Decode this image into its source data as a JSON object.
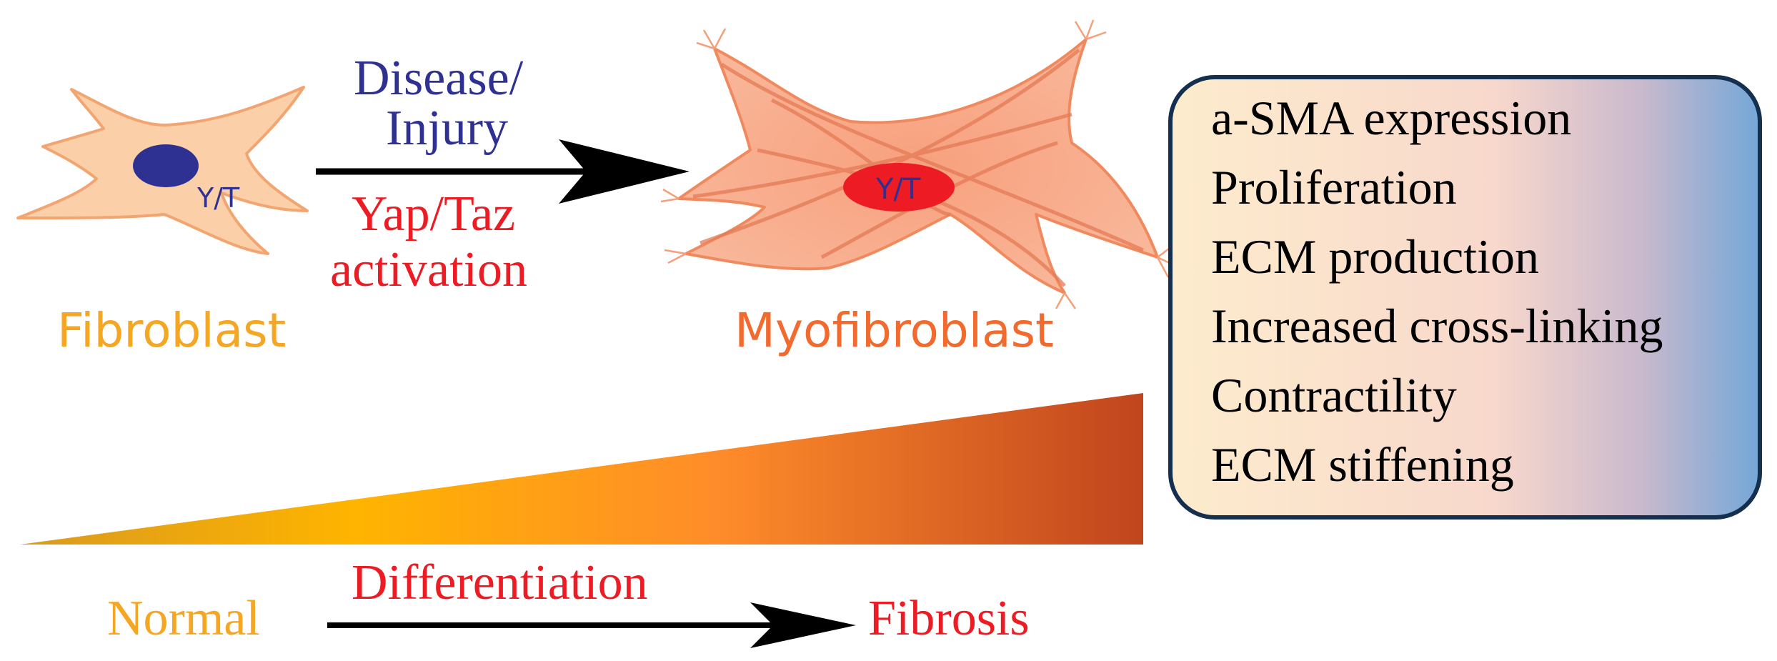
{
  "arrow_top": {
    "above_line1": "Disease/",
    "above_line2": "Injury",
    "below_line1": "Yap/Taz",
    "below_line2": "activation"
  },
  "cells": {
    "fibroblast_label": "Fibroblast",
    "fibroblast_nucleus_label": "Y/T",
    "myofibroblast_label": "Myofibroblast",
    "myofibroblast_nucleus_label": "Y/T"
  },
  "features": {
    "items": [
      "a-SMA expression",
      "Proliferation",
      "ECM production",
      "Increased cross-linking",
      "Contractility",
      "ECM stiffening"
    ]
  },
  "progression": {
    "start_label": "Normal",
    "end_label": "Fibrosis",
    "arrow_label": "Differentiation"
  },
  "colors": {
    "fibroblast_label": "#f5a623",
    "myofibroblast_label": "#f26a2e",
    "disease_text": "#2e3192",
    "activation_text": "#ed1c24",
    "nucleus_fibroblast": "#2e3192",
    "nucleus_myofibroblast": "#ed1c24",
    "fibroblast_body": "#fbd0a8",
    "myofibroblast_body": "#f7a07d",
    "box_border": "#15304e",
    "box_gradient_left": "#fdeccd",
    "box_gradient_mid": "#f8d6cc",
    "box_gradient_right": "#74a7d8",
    "wedge_left": "#e0a020",
    "wedge_mid": "#ffb400",
    "wedge_right": "#c0451e"
  }
}
